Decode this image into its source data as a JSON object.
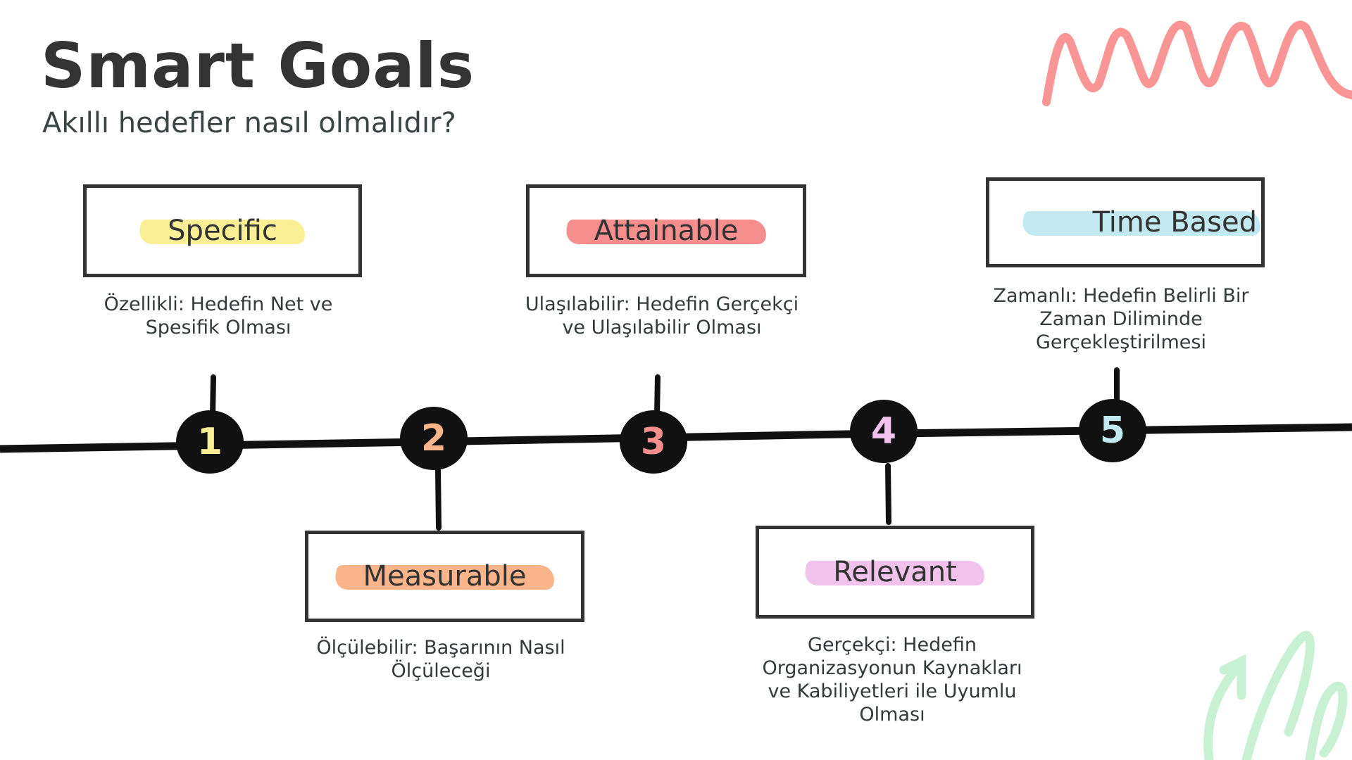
{
  "title": "Smart Goals",
  "subtitle": "Akıllı hedefler nasıl olmalıdır?",
  "steps": [
    {
      "number": "1",
      "label": "Specific",
      "description": "Özellikli: Hedefin Net ve Spesifik Olması",
      "color": "#fbef96"
    },
    {
      "number": "2",
      "label": "Measurable",
      "description": "Ölçülebilir: Başarının Nasıl Ölçüleceği",
      "color": "#fcb48a"
    },
    {
      "number": "3",
      "label": "Attainable",
      "description": "Ulaşılabilir: Hedefin Gerçekçi ve Ulaşılabilir Olması",
      "color": "#f78e8e"
    },
    {
      "number": "4",
      "label": "Relevant",
      "description": "Gerçekçi: Hedefin Organizasyonun Kaynakları ve Kabiliyetleri ile Uyumlu Olması",
      "color": "#f0c2ec"
    },
    {
      "number": "5",
      "label": "Time Based",
      "description": "Zamanlı: Hedefin Belirli Bir Zaman Diliminde Gerçekleştirilmesi",
      "color": "#c2e9f2"
    }
  ],
  "colors": {
    "line": "#111111",
    "zigzag": "#f99595",
    "swirl": "#c8f0d2"
  }
}
